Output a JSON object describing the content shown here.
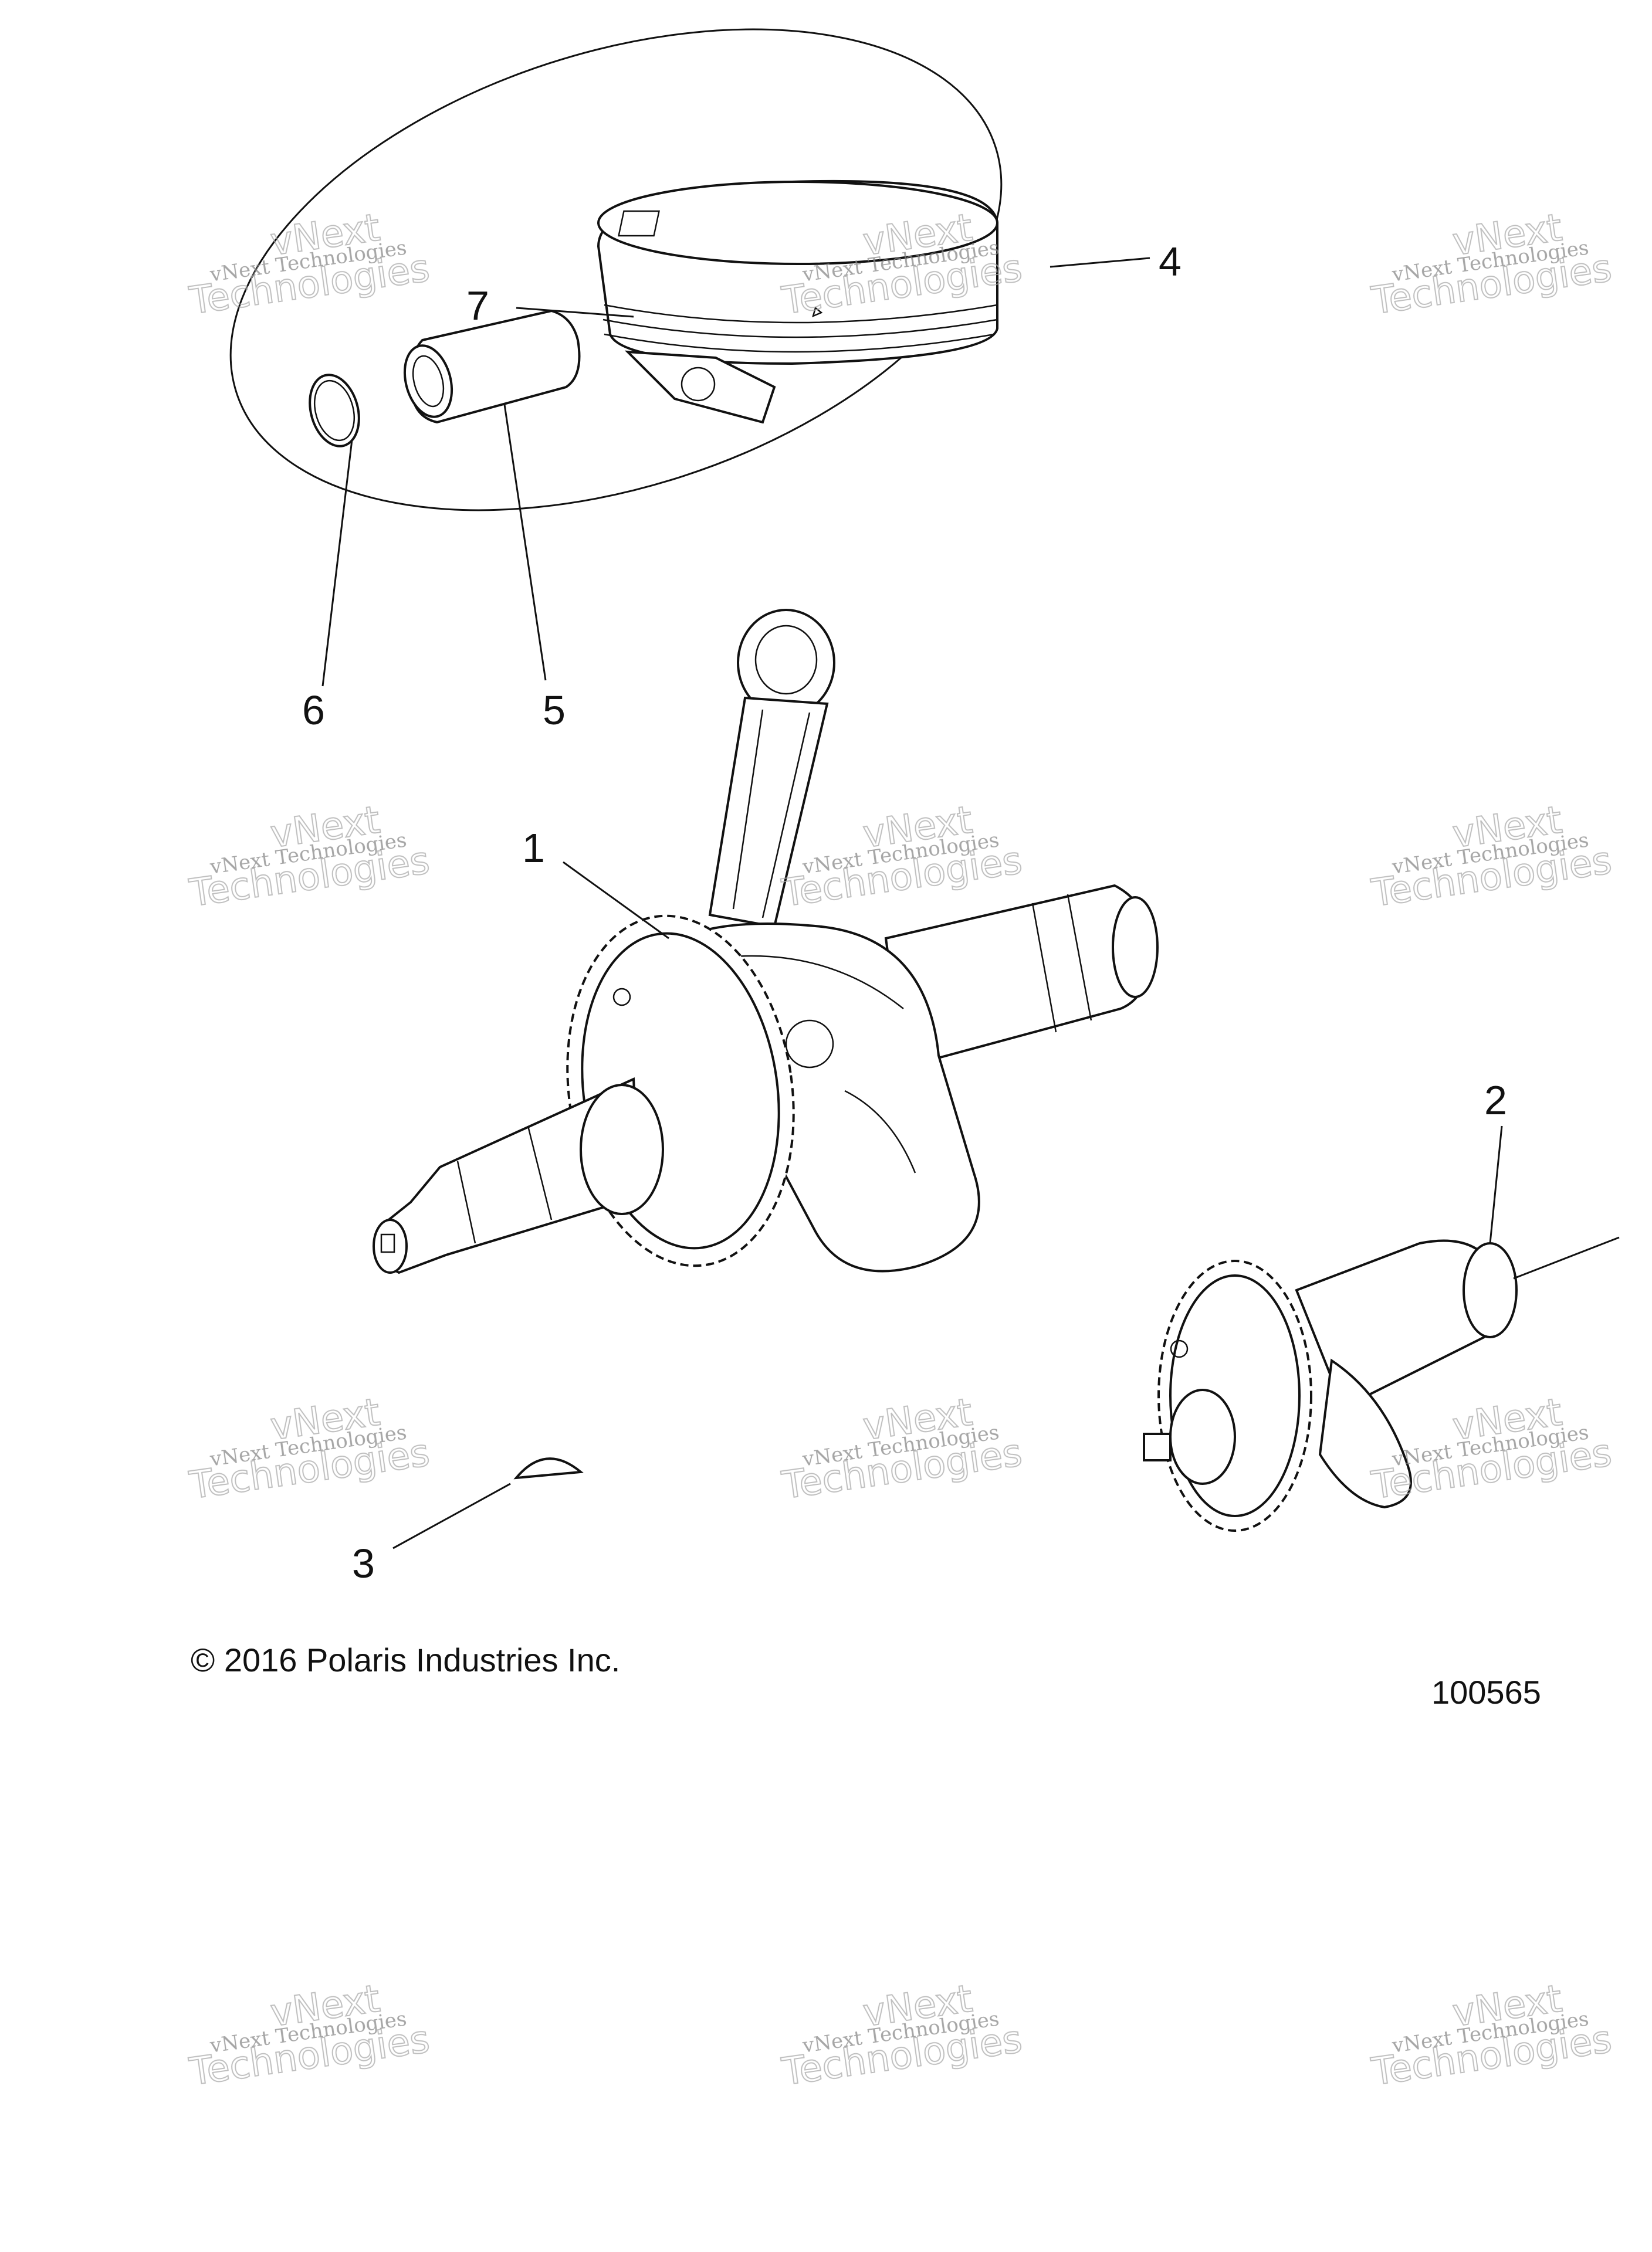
{
  "callouts": [
    {
      "id": "1",
      "label": "1"
    },
    {
      "id": "2",
      "label": "2"
    },
    {
      "id": "3",
      "label": "3"
    },
    {
      "id": "4",
      "label": "4"
    },
    {
      "id": "5",
      "label": "5"
    },
    {
      "id": "6",
      "label": "6"
    },
    {
      "id": "7",
      "label": "7"
    }
  ],
  "footer": {
    "copyright": "© 2016 Polaris Industries Inc.",
    "figure_number": "100565"
  },
  "watermark": {
    "line1": "vNext Technologies",
    "line2": "Technologies",
    "line3": "vNext"
  }
}
